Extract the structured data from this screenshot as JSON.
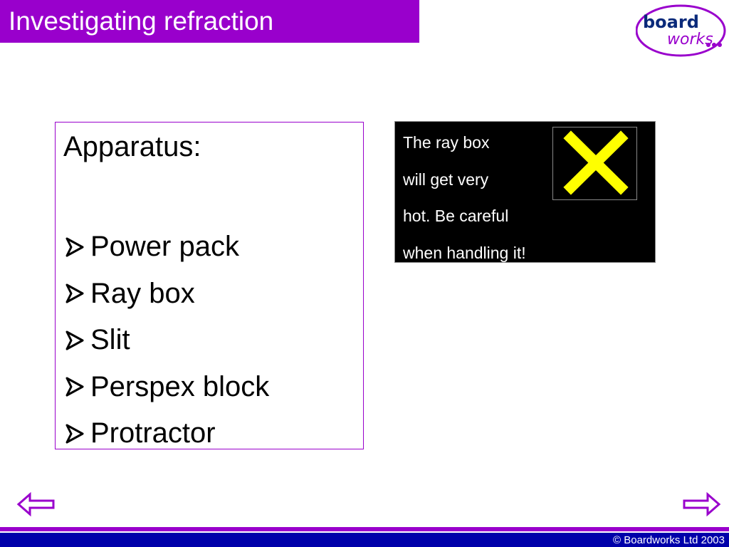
{
  "slide": {
    "title": "Investigating refraction",
    "logo_text_top": "board",
    "logo_text_bottom": "works"
  },
  "apparatus": {
    "heading": "Apparatus:",
    "items": [
      {
        "label": "Power pack"
      },
      {
        "label": "Ray box"
      },
      {
        "label": "Slit"
      },
      {
        "label": "Perspex block"
      },
      {
        "label": "Protractor"
      }
    ]
  },
  "warning": {
    "lines": [
      "The ray box",
      "will get very",
      "hot. Be careful",
      "when handling it!"
    ],
    "icon": "hazard-cross-icon"
  },
  "navigation": {
    "back_icon": "left-arrow-icon",
    "forward_icon": "right-arrow-icon"
  },
  "footer": {
    "copyright": "© Boardworks Ltd 2003"
  },
  "colors": {
    "title_bar": "#9900cc",
    "footer": "#0000aa",
    "hazard": "#ffff00"
  }
}
